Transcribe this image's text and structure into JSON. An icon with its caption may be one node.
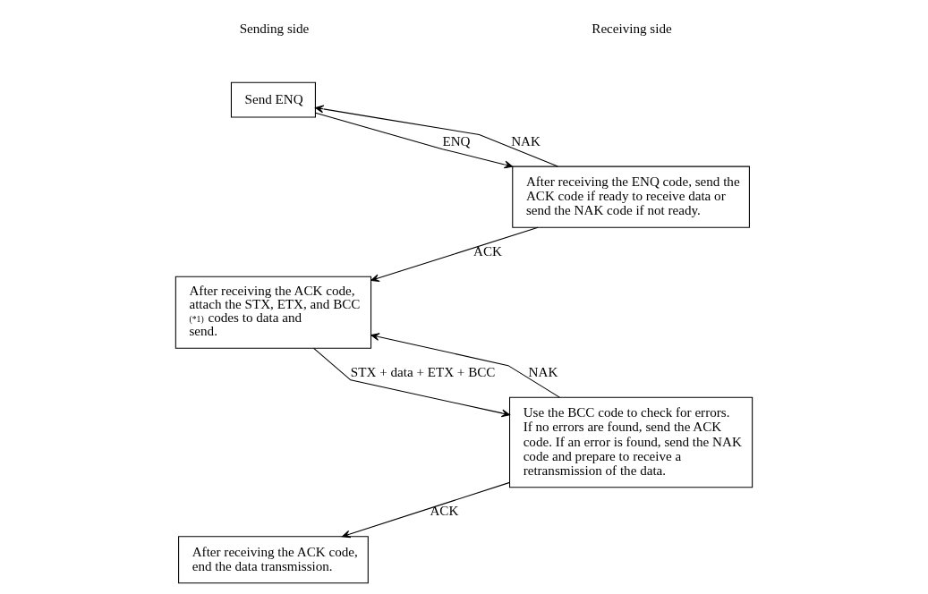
{
  "diagram": {
    "nodes": [
      {
        "text": [
          "Send ENQ"
        ]
      },
      {
        "text": [
          "After receiving the ENQ code, send the ACK code if ready to receive data or send the NAK code if not ready."
        ]
      },
      {
        "text": [
          "After receiving the ACK code, attach the STX, ETX, and BCC $^{(*1)}$ codes to data and send."
        ]
      },
      {
        "text": [
          "Use the BCC code to check for errors.  If no errors are found, send the ACK code. If an error is found, send the NAK code and prepare to receive a retransmission of the data."
        ]
      },
      {
        "text": [
          "After receiving the ACK code, end the data transmission."
        ]
      }
    ],
    "edges": [
      {
        "from": 0,
        "to": 1,
        "arrow": "to",
        "label": "ENQ"
      },
      {
        "from": 1,
        "to": 0,
        "arrow": "to",
        "label": "NAK"
      },
      {
        "from": 1,
        "to": 2,
        "arrow": "to",
        "label": "ACK"
      },
      {
        "from": 3,
        "to": 2,
        "arrow": "to",
        "label": "NAK"
      },
      {
        "from": 2,
        "to": 3,
        "arrow": "to",
        "label": "STX + data + ETX + BCC"
      },
      {
        "from": 3,
        "to": 4,
        "arrow": "to",
        "label": "ACK"
      }
    ],
    "labels": [
      "Sending side",
      "Receiving side"
    ]
  }
}
